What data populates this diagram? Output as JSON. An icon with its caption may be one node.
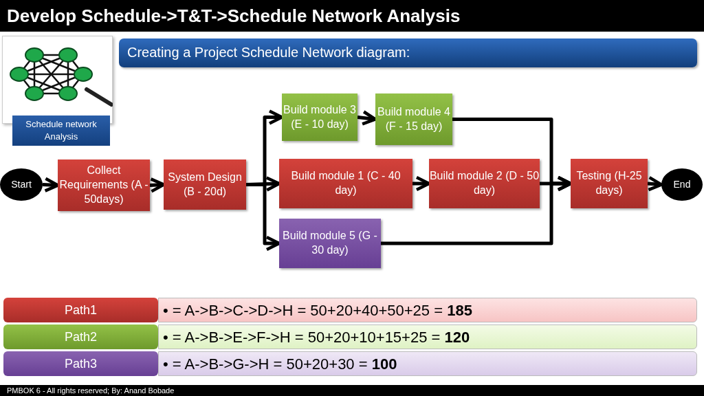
{
  "diagram": {
    "title": "Develop Schedule->T&T->Schedule Network Analysis",
    "nodes": [
      {
        "text": [
          "Start"
        ]
      },
      {
        "text": [
          "Collect Requirements (A - 50days)"
        ]
      },
      {
        "text": [
          "System Design (B - 20d)"
        ]
      },
      {
        "text": [
          "Build module 3 (E - 10 day)"
        ]
      },
      {
        "text": [
          "Build module 4 (F - 15 day)"
        ]
      },
      {
        "text": [
          "Build module 1 (C - 40 day)"
        ]
      },
      {
        "text": [
          "Build module 2 (D - 50 day)"
        ]
      },
      {
        "text": [
          "Testing (H-25 days)"
        ]
      },
      {
        "text": [
          "Build module 5 (G - 30 day)"
        ]
      },
      {
        "text": [
          "End"
        ]
      }
    ],
    "edges": [
      {
        "from": 0,
        "to": 1,
        "arrow": "to"
      },
      {
        "from": 1,
        "to": 2,
        "arrow": "to"
      },
      {
        "from": 2,
        "to": 3,
        "arrow": "to"
      },
      {
        "from": 2,
        "to": 5,
        "arrow": "to"
      },
      {
        "from": 2,
        "to": 8,
        "arrow": "to"
      },
      {
        "from": 3,
        "to": 4,
        "arrow": "to"
      },
      {
        "from": 5,
        "to": 6,
        "arrow": "to"
      },
      {
        "from": 4,
        "to": 7,
        "arrow": "to"
      },
      {
        "from": 6,
        "to": 7,
        "arrow": "to"
      },
      {
        "from": 8,
        "to": 7,
        "arrow": "to"
      },
      {
        "from": 7,
        "to": 9,
        "arrow": "to"
      }
    ],
    "labels": [
      "Schedule network Analysis",
      "Creating a Project Schedule Network diagram:",
      "Path1",
      "• = A->B->C->D->H = 50+20+40+50+25 = **185**",
      "Path2",
      "• = A->B->E->F->H = 50+20+10+15+25 = **120**",
      "Path3",
      "• = A->B->G->H = 50+20+30 = **100**",
      "PMBOK 6 - All rights reserved; By: Anand Bobade"
    ]
  }
}
